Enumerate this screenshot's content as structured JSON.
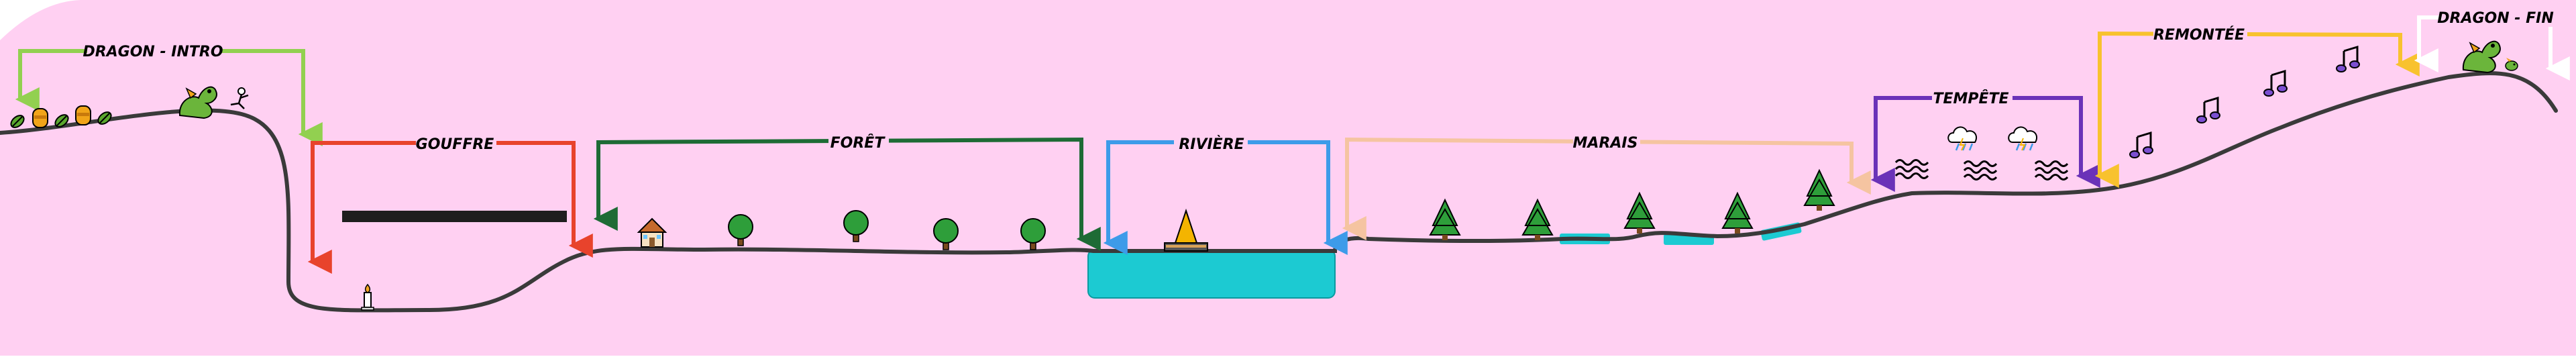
{
  "sections": [
    {
      "id": "dragon-intro",
      "label": "DRAGON - INTRO",
      "color": "#92d050"
    },
    {
      "id": "gouffre",
      "label": "GOUFFRE",
      "color": "#e8432c"
    },
    {
      "id": "foret",
      "label": "FORÊT",
      "color": "#1e6b35"
    },
    {
      "id": "riviere",
      "label": "RIVIÈRE",
      "color": "#3d9be9"
    },
    {
      "id": "marais",
      "label": "MARAIS",
      "color": "#f5c4a1"
    },
    {
      "id": "tempete",
      "label": "TEMPÊTE",
      "color": "#6a32b8"
    },
    {
      "id": "remontee",
      "label": "REMONTÉE",
      "color": "#f8c22e"
    },
    {
      "id": "dragon-fin",
      "label": "DRAGON - FIN",
      "color": "#ffffff"
    }
  ],
  "colors": {
    "background": "#ffd0f2",
    "terrain_line": "#3a3a3a",
    "water": "#1ccad2",
    "tree": "#2e9e3a",
    "note": "#7b4fd1",
    "dragon": "#6bb53b"
  },
  "icons": [
    "leaf-icon",
    "honey-pot-icon",
    "dragon-icon",
    "rider-icon",
    "candle-icon",
    "house-icon",
    "deciduous-tree-icon",
    "sailboat-icon",
    "evergreen-tree-icon",
    "water-wave-icon",
    "storm-cloud-icon",
    "music-notes-icon",
    "small-dragon-icon"
  ]
}
